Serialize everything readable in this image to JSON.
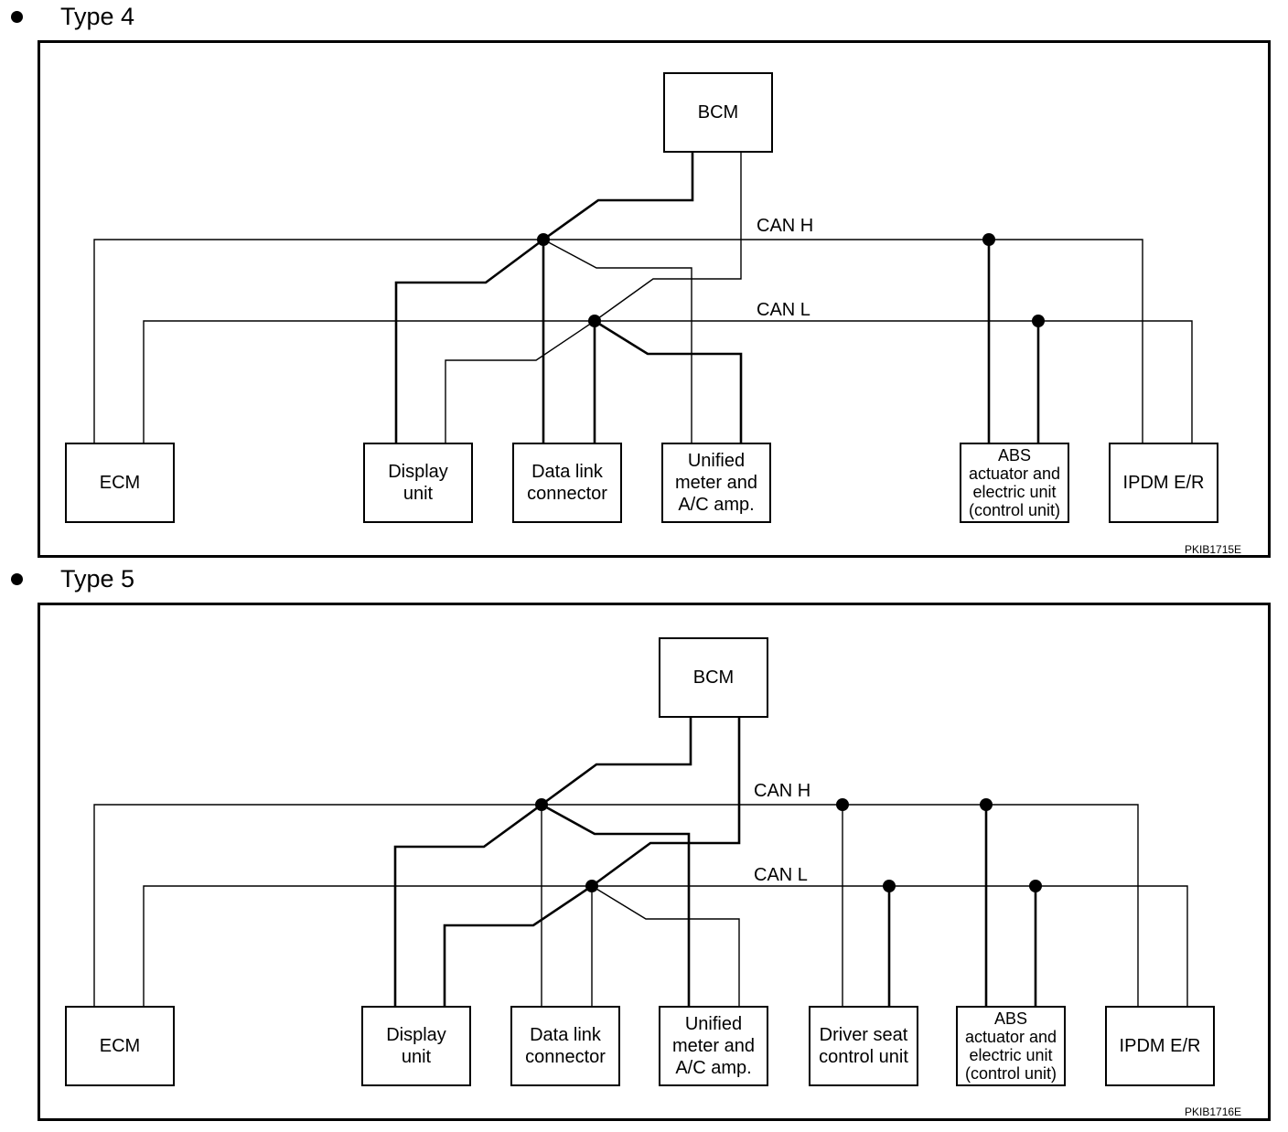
{
  "diagrams": [
    {
      "heading": "Type 4",
      "code": "PKIB1715E",
      "bus_labels": {
        "can_h": "CAN H",
        "can_l": "CAN L"
      },
      "units": {
        "bcm": "BCM",
        "ecm": "ECM",
        "display": "Display\nunit",
        "data_link": "Data link\nconnector",
        "meter": "Unified\nmeter and\nA/C amp.",
        "abs": "ABS\nactuator and\nelectric unit\n(control unit)",
        "ipdm": "IPDM E/R"
      }
    },
    {
      "heading": "Type 5",
      "code": "PKIB1716E",
      "bus_labels": {
        "can_h": "CAN H",
        "can_l": "CAN L"
      },
      "units": {
        "bcm": "BCM",
        "ecm": "ECM",
        "display": "Display\nunit",
        "data_link": "Data link\nconnector",
        "meter": "Unified\nmeter and\nA/C amp.",
        "driver_seat": "Driver seat\ncontrol unit",
        "abs": "ABS\nactuator and\nelectric unit\n(control unit)",
        "ipdm": "IPDM E/R"
      }
    }
  ]
}
